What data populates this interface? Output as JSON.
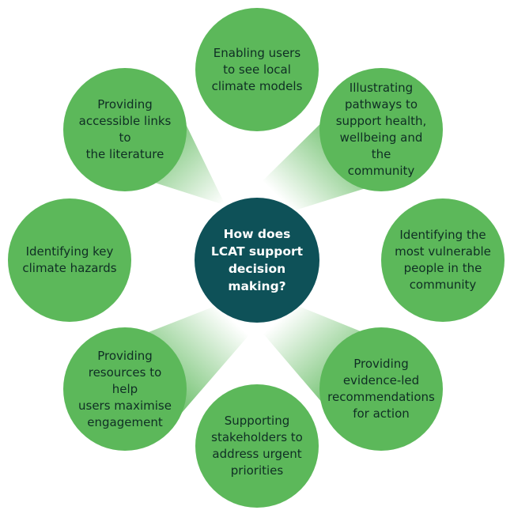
{
  "colors": {
    "outer_circle": "#5cb85a",
    "center_circle": "#0e5158",
    "outer_text": "#0f2e24",
    "center_text": "#ffffff"
  },
  "center": {
    "label": "How does\nLCAT support\ndecision making?"
  },
  "nodes": [
    {
      "id": "top",
      "label": "Enabling users\nto see local\nclimate models"
    },
    {
      "id": "top-right",
      "label": "Illustrating\npathways to\nsupport health,\nwellbeing and the\ncommunity"
    },
    {
      "id": "right",
      "label": "Identifying the\nmost vulnerable\npeople in the\ncommunity"
    },
    {
      "id": "bottom-right",
      "label": "Providing\nevidence-led\nrecommendations\nfor action"
    },
    {
      "id": "bottom",
      "label": "Supporting\nstakeholders to\naddress urgent\npriorities"
    },
    {
      "id": "bottom-left",
      "label": "Providing\nresources to help\nusers maximise\nengagement"
    },
    {
      "id": "left",
      "label": "Identifying key\nclimate hazards"
    },
    {
      "id": "top-left",
      "label": "Providing\naccessible links to\nthe literature"
    }
  ]
}
